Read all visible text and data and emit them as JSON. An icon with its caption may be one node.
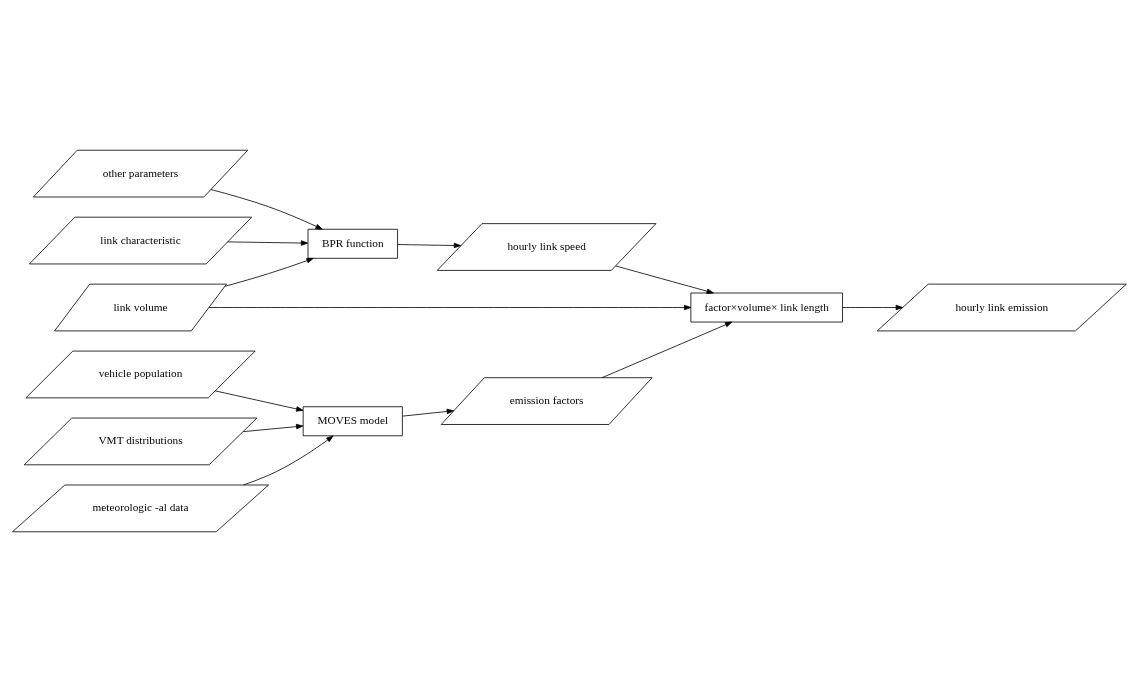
{
  "diagram": {
    "nodes": [
      {
        "text": [
          "other parameters"
        ]
      },
      {
        "text": [
          "BPR function"
        ]
      },
      {
        "text": [
          "link characteristic"
        ]
      },
      {
        "text": [
          "hourly link speed"
        ]
      },
      {
        "text": [
          "link volume"
        ]
      },
      {
        "text": [
          "factor×volume× link length"
        ]
      },
      {
        "text": [
          "hourly link emission"
        ]
      },
      {
        "text": [
          "emission factors"
        ]
      },
      {
        "text": [
          "vehicle population"
        ]
      },
      {
        "text": [
          "VMT distributions"
        ]
      },
      {
        "text": [
          "MOVES model"
        ]
      },
      {
        "text": [
          "meteorologic -al data"
        ]
      }
    ],
    "edges": [
      {
        "from": 0,
        "to": 1,
        "arrow": "to"
      },
      {
        "from": 2,
        "to": 1,
        "arrow": "to"
      },
      {
        "from": 4,
        "to": 1,
        "arrow": "to"
      },
      {
        "from": 1,
        "to": 3,
        "arrow": "to"
      },
      {
        "from": 3,
        "to": 5,
        "arrow": "to"
      },
      {
        "from": 4,
        "to": 5,
        "arrow": "to"
      },
      {
        "from": 7,
        "to": 5,
        "arrow": "to"
      },
      {
        "from": 5,
        "to": 6,
        "arrow": "to"
      },
      {
        "from": 8,
        "to": 10,
        "arrow": "to"
      },
      {
        "from": 9,
        "to": 10,
        "arrow": "to"
      },
      {
        "from": 11,
        "to": 10,
        "arrow": "to"
      },
      {
        "from": 10,
        "to": 7,
        "arrow": "to"
      }
    ]
  }
}
